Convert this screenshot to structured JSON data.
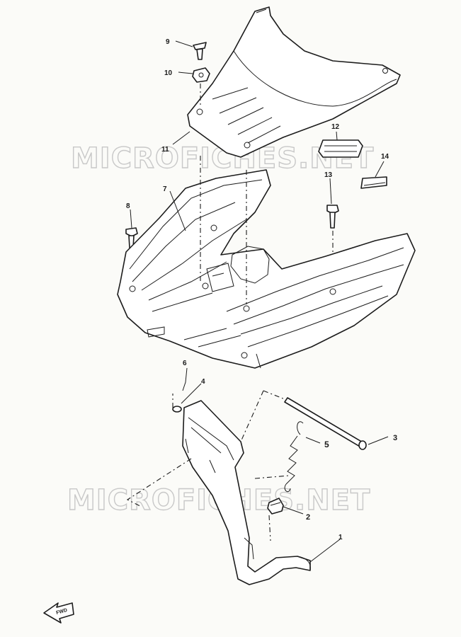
{
  "callouts": {
    "c1": "1",
    "c2": "2",
    "c3": "3",
    "c4": "4",
    "c5": "5",
    "c6": "6",
    "c7": "7",
    "c8": "8",
    "c9": "9",
    "c10": "10",
    "c11": "11",
    "c12": "12",
    "c13": "13",
    "c14": "14"
  },
  "watermark": {
    "top": "MICROFICHES.NET",
    "bottom": "MICROFICHES.NET"
  },
  "front_arrow": "FWD",
  "colors": {
    "ink": "#1c1c1c",
    "paper": "#fbfbf8",
    "watermark": "#c8c8c8"
  }
}
